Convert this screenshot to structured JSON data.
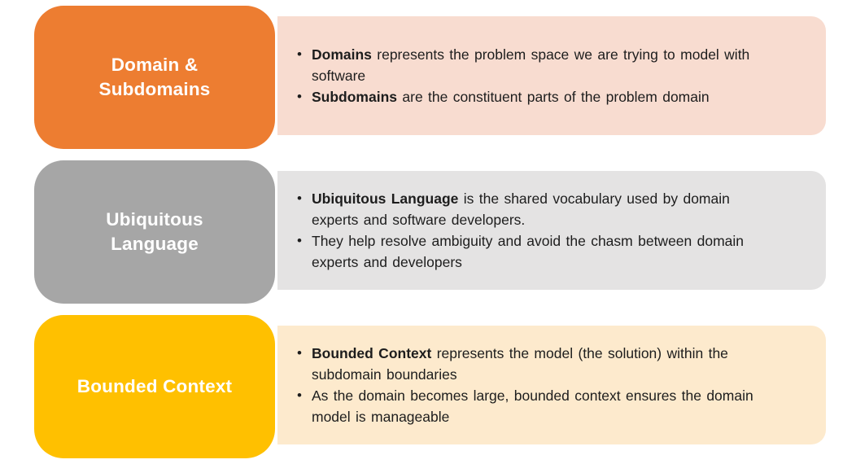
{
  "colors": {
    "background": "#FFFFFF",
    "bullet_text": "#1D1D1D",
    "label_text": "#FFFFFF"
  },
  "bullet_glyph": "•",
  "rows": [
    {
      "name": "Domain & Subdomains",
      "label_line1": "Domain &",
      "label_line2": "Subdomains",
      "box_color": "#ED7D31",
      "panel_color": "#F8DCD0",
      "bullets": [
        {
          "bold": "Domains",
          "rest": " represents the problem space we are trying to model with",
          "line2": "software"
        },
        {
          "bold": "Subdomains",
          "rest": " are the constituent parts of the problem domain",
          "line2": ""
        }
      ]
    },
    {
      "name": "Ubiquitous Language",
      "label_line1": "Ubiquitous",
      "label_line2": "Language",
      "box_color": "#A6A6A6",
      "panel_color": "#E4E3E3",
      "bullets": [
        {
          "bold": "Ubiquitous Language",
          "rest": " is the shared vocabulary used by domain",
          "line2": "experts and software developers."
        },
        {
          "bold": "",
          "rest": "They help resolve ambiguity and avoid the chasm between domain",
          "line2": "experts and developers"
        }
      ]
    },
    {
      "name": "Bounded Context",
      "label_line1": "Bounded Context",
      "label_line2": "",
      "box_color": "#FFC000",
      "panel_color": "#FDEACD",
      "bullets": [
        {
          "bold": "Bounded Context",
          "rest": " represents the model (the solution) within the",
          "line2": "subdomain boundaries"
        },
        {
          "bold": "",
          "rest": "As the domain becomes large, bounded context ensures the domain",
          "line2": "model is manageable"
        }
      ]
    }
  ]
}
